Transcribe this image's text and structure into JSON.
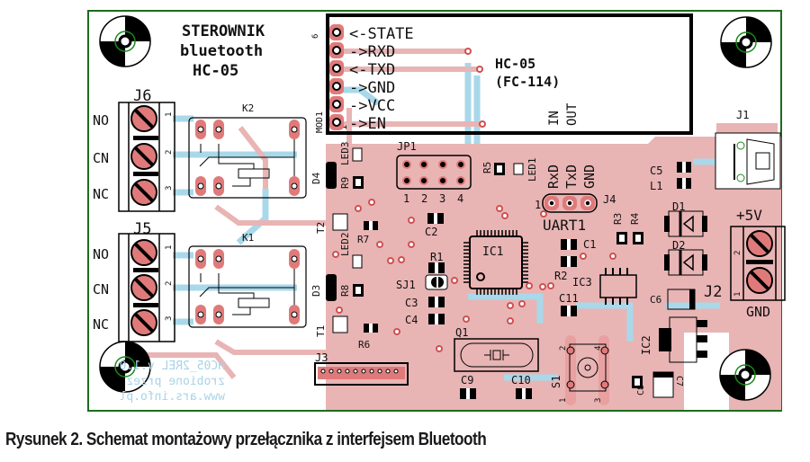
{
  "figure": {
    "caption": "Rysunek 2. Schemat montażowy przełącznika z interfejsem Bluetooth"
  },
  "board": {
    "title_lines": [
      "STEROWNIK",
      "bluetooth",
      "HC-05"
    ],
    "mirrored_text": [
      "HC05_2REL v.1.0",
      "zrobione przez",
      "www.ars.info.pl"
    ],
    "colors": {
      "board_outline": "#1d6b1d",
      "top_copper": "#e9b4b4",
      "bottom_copper": "#a9d8ea",
      "pad": "#e07a7a",
      "silkscreen": "#111111"
    }
  },
  "module": {
    "ref": "MOD1",
    "pin_first": "1",
    "pin_last": "6",
    "pins": [
      "<-STATE",
      "->RXD",
      "<-TXD",
      "->GND",
      "->VCC",
      "->EN"
    ],
    "name": "HC-05",
    "model": "(FC-114)",
    "in_label": "IN",
    "out_label": "OUT"
  },
  "relay_terminals": [
    {
      "ref": "J6",
      "labels": [
        "NO",
        "CN",
        "NC"
      ],
      "pins": [
        "1",
        "2",
        "3"
      ],
      "relay": "K2"
    },
    {
      "ref": "J5",
      "labels": [
        "NO",
        "CN",
        "NC"
      ],
      "pins": [
        "1",
        "2",
        "3"
      ],
      "relay": "K1"
    }
  ],
  "jumper": {
    "ref": "JP1",
    "pins": [
      "1",
      "2",
      "3",
      "4"
    ]
  },
  "uart": {
    "ref": "J4",
    "name": "UART1",
    "signals": [
      "RxD",
      "TxD",
      "GND"
    ],
    "pin_first": "1"
  },
  "power": {
    "ref": "J2",
    "plus_label": "+5V",
    "gnd_label": "GND",
    "pins": [
      "2",
      "1"
    ]
  },
  "usb": {
    "ref": "J1"
  },
  "header": {
    "ref": "J3"
  },
  "button": {
    "ref": "S1",
    "pins": [
      "1",
      "2",
      "3",
      "4"
    ]
  },
  "components": {
    "ic": [
      "IC1",
      "IC2",
      "IC3"
    ],
    "crystal": "Q1",
    "transistors": [
      "T1",
      "T2"
    ],
    "diodes": [
      "D1",
      "D2",
      "D3",
      "D4"
    ],
    "leds": [
      "LED1",
      "LED2",
      "LED3"
    ],
    "resistors": [
      "R1",
      "R2",
      "R3",
      "R4",
      "R5",
      "R6",
      "R7",
      "R8",
      "R9"
    ],
    "capacitors": [
      "C1",
      "C2",
      "C3",
      "C4",
      "C5",
      "C6",
      "C7",
      "C8",
      "C9",
      "C10",
      "C11"
    ],
    "inductor": "L1",
    "solder_jumper": "SJ1"
  }
}
